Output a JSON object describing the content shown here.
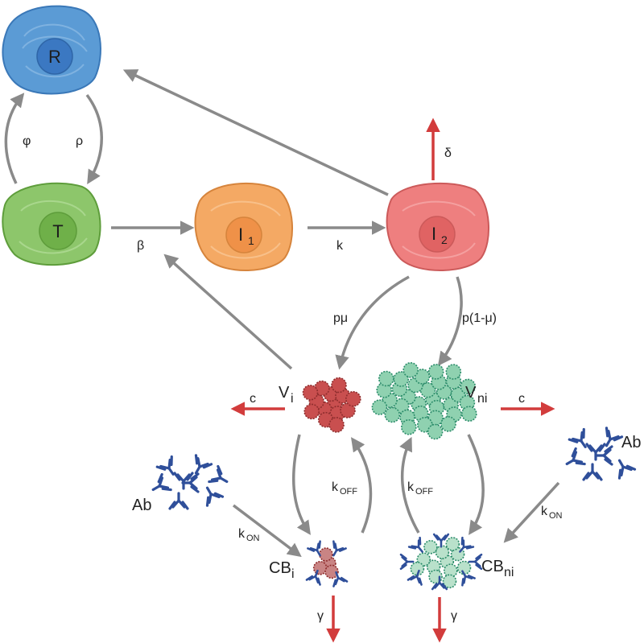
{
  "colors": {
    "arrow_gray": "#8a8a8a",
    "arrow_red": "#d23c3c",
    "cell_R": "#5b9bd5",
    "cell_T": "#8dc66b",
    "cell_I1": "#f4a964",
    "cell_I2": "#ee7f7f",
    "virus_infectious": "#c94f4f",
    "virus_noninfectious": "#8fd1b0",
    "antibody": "#2f4f9a"
  },
  "cells": {
    "R": {
      "label": "R",
      "sub": ""
    },
    "T": {
      "label": "T",
      "sub": ""
    },
    "I1": {
      "label": "I",
      "sub": "1"
    },
    "I2": {
      "label": "I",
      "sub": "2"
    }
  },
  "virions": {
    "Vi": {
      "label": "V",
      "sub": "i"
    },
    "Vni": {
      "label": "V",
      "sub": "ni"
    }
  },
  "complexes": {
    "CBi": {
      "label": "CB",
      "sub": "i"
    },
    "CBni": {
      "label": "CB",
      "sub": "ni"
    }
  },
  "antibodies": {
    "left": "Ab",
    "right": "Ab"
  },
  "rates": {
    "phi": "φ",
    "rho": "ρ",
    "beta": "β",
    "k": "k",
    "delta": "δ",
    "p_mu": "pμ",
    "p_one_minus_mu": "p(1-μ)",
    "c_left": "c",
    "c_right": "c",
    "gamma_left": "γ",
    "gamma_right": "γ",
    "k_on": "k",
    "on_sub": "ON",
    "k_off": "k",
    "off_sub": "OFF"
  }
}
